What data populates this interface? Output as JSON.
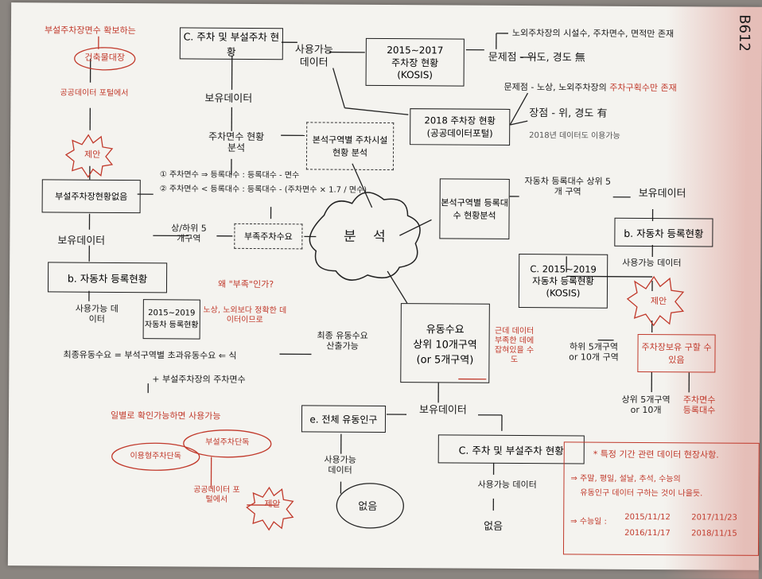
{
  "corner_code": "B612",
  "top_left": {
    "note": "부설주차장면수 확보하는",
    "oval": "건축물대장",
    "note2": "공공데이터 포털에서",
    "burst": "제안",
    "box": "부설주차장현황없음"
  },
  "c_box": {
    "title": "C. 주차 및 부설주차 현황",
    "owned": "보유데이터"
  },
  "usable_data": "사용가능 데이터",
  "kosis1": {
    "line1": "2015~2017",
    "line2": "주차장 현황",
    "line3": "(KOSIS)"
  },
  "problem1": "문제점 - 위도, 경도 無",
  "top_right_note": "노외주차장의 시설수, 주차면수, 면적만 존재",
  "problem2_a": "문제점 - 노상, 노외주차장의 ",
  "problem2_b": "주차구획수만 존재",
  "kosis2": {
    "line1": "2018 주차장 현황",
    "line2": "(공공데이터포털)"
  },
  "merit": "장점 - 위, 경도 有",
  "merit_note": "2018년 데이터도 이용가능",
  "parking_count": "주차면수 현황분석",
  "facility_analysis": "본석구역별 주차시설 현황 분석",
  "formula1": "① 주차면수 ⇒ 등록대수 : 등록대수 - 면수",
  "formula2": "② 주차면수 < 등록대수 : 등록대수 - (주차면수 × 1.7 / 면수)",
  "shortage": "부족주차수요",
  "top5": "상/하위 5개구역",
  "owned2": "보유데이터",
  "b_left": {
    "title": "b. 자동차 등록현황",
    "usable": "사용가능 데이터",
    "kosis": "2015~2019 자동차 등록현황"
  },
  "why_q": "왜 \"부족\"인가?",
  "why_a": "노상, 노외보다 정확한 데이터이므로",
  "cloud": "분 석",
  "reg_analysis": "본석구역별 등록대수 현황분석",
  "top5_reg": "자동차 등록대수 상위 5개 구역",
  "owned3": "보유데이터",
  "b_right": {
    "title": "b. 자동차 등록현황",
    "kosis_line1": "C. 2015~2019",
    "kosis_line2": "자동차 등록현황",
    "kosis_line3": "(KOSIS)",
    "usable": "사용가능 데이터"
  },
  "burst2": "제안",
  "right_red_box": "주차장보유 구할 수 있음",
  "bottom5": "하위 5개구역 or 10개 구역",
  "top_5_10": "상위 5개구역 or 10개",
  "right_red_label": "주차면수 등록대수",
  "center_box": {
    "l1": "유동수요",
    "l2": "상위 10개구역",
    "l3": "(or 5개구역)"
  },
  "center_note": "근데 데이터 부족한 데에 잡혀있을 수도",
  "final": "최종 유동수요 산출가능",
  "eq_a": "최종유동수요 = 부석구역별 초과유동수요",
  "eq_sym": "⇐ 식",
  "eq_b": "+ 부설주차장의 주차면수",
  "owned4": "보유데이터",
  "e_box": "e. 전체 유동인구",
  "e_usable": "사용가능 데이터",
  "c_bottom": "C. 주차 및 부설주차 현황",
  "c_bottom_usable": "사용가능 데이터",
  "none1": "없음",
  "none2": "없음",
  "left_red_note": "일별로 확인가능하면 사용가능",
  "ovals_bottom": {
    "a": "이용형주차단독",
    "b": "부설주차단독"
  },
  "public_portal": "공공데이터 포털에서",
  "burst3": "제안",
  "right_panel": {
    "title": "* 특정 기간 관련 데이터 현장사항.",
    "line1": "⇒ 주말, 평일, 설날, 추석, 수능의",
    "line2": "유동인구 데이터 구하는 것이 나을듯.",
    "label": "⇒ 수능일 :",
    "dates": [
      "2015/11/12",
      "2016/11/17",
      "2017/11/23",
      "2018/11/15"
    ]
  },
  "colors": {
    "ink": "#1b1b1b",
    "red": "#c1392b",
    "paper": "#f4f3ef"
  }
}
